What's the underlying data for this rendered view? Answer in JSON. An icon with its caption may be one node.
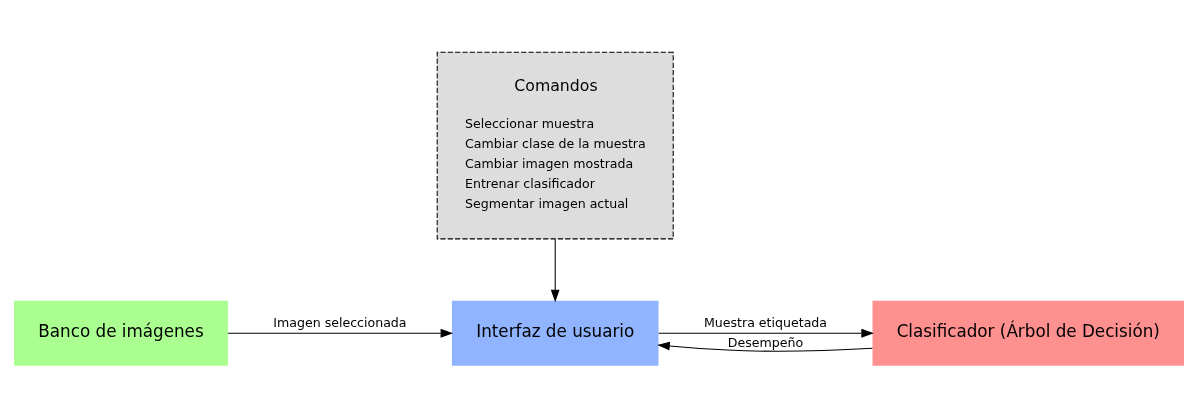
{
  "diagram": {
    "nodes": [
      {
        "text": [
          "Comandos",
          "Seleccionar muestra",
          "Cambiar clase de la muestra",
          "Cambiar imagen mostrada",
          "Entrenar clasificador",
          "Segmentar imagen actual"
        ]
      },
      {
        "text": [
          "Banco de imágenes"
        ]
      },
      {
        "text": [
          "Interfaz de usuario"
        ]
      },
      {
        "text": [
          "Clasificador (Árbol de Decisión)"
        ]
      }
    ],
    "edges": [
      {
        "from": 0,
        "to": 2,
        "arrow": "to"
      },
      {
        "from": 1,
        "to": 2,
        "arrow": "to",
        "label": "Imagen seleccionada"
      },
      {
        "from": 2,
        "to": 3,
        "arrow": "to",
        "label": "Muestra etiquetada"
      },
      {
        "from": 3,
        "to": 2,
        "arrow": "to",
        "label": "Desempeño"
      }
    ]
  }
}
